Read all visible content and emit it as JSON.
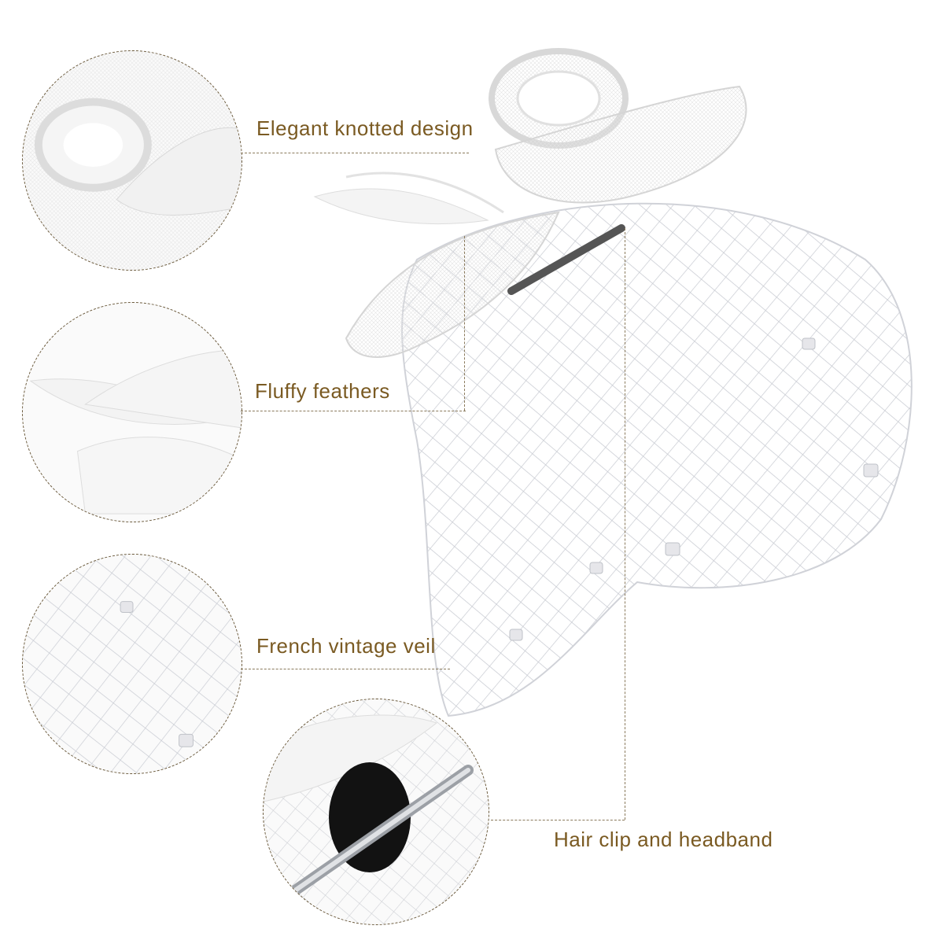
{
  "callouts": [
    {
      "id": "knot",
      "label": "Elegant knotted design"
    },
    {
      "id": "feathers",
      "label": "Fluffy feathers"
    },
    {
      "id": "veil",
      "label": "French vintage veil"
    },
    {
      "id": "clip",
      "label": "Hair clip and headband"
    }
  ],
  "colors": {
    "label_text": "#7a5a22",
    "dashed_line": "#8a7a5c",
    "veil": "#c9ccd2",
    "fabric": "#f2f2f2"
  }
}
